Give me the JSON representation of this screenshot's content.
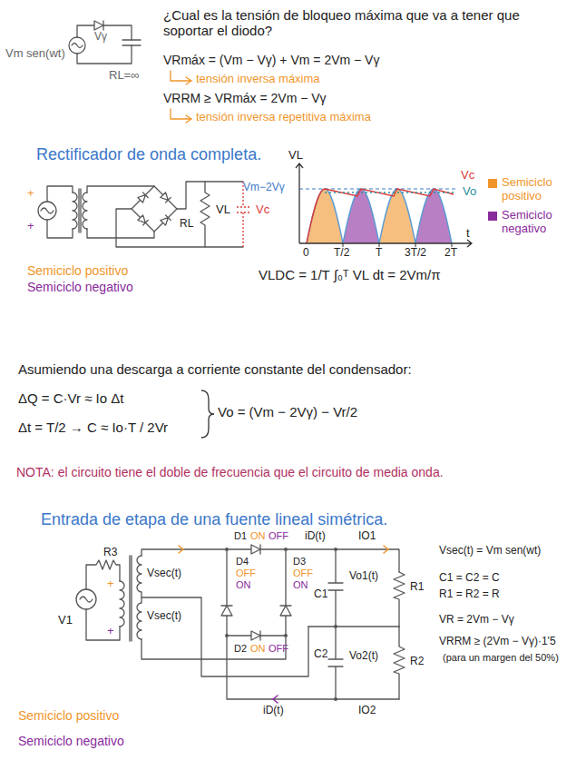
{
  "diagram": {
    "labels": [
      "¿Cual es la tensión de bloqueo máxima que va a tener que soportar el diodo?",
      "Vm sen(wt)",
      "Vγ",
      "RL=∞",
      "VRmáx = (Vm − Vγ) + Vm = 2Vm − Vγ",
      "tensión inversa máxima",
      "VRRM ≥ VRmáx = 2Vm − Vγ",
      "tensión inversa repetitiva máxima",
      "Rectificador de onda completa.",
      "VL",
      "Vm−2Vγ",
      "Vc",
      "Vo",
      "0",
      "T/2",
      "T",
      "3T/2",
      "2T",
      "t",
      "+",
      "+",
      "RL",
      "VL",
      "Vc",
      "Semiciclo positivo",
      "Semiciclo negativo",
      "VLDC = 1/T ∫₀ᵀ VL dt = 2Vm/π",
      "Asumiendo una descarga a corriente constante del condensador:",
      "ΔQ = C·Vr ≈ Io Δt",
      "Δt = T/2 → C ≈ Io·T / 2Vr",
      "Vo = (Vm − 2Vγ) − Vr/2",
      "NOTA: el circuito tiene el doble de frecuencia que el circuito de media onda.",
      "Entrada de etapa de una fuente lineal simétrica.",
      "R3",
      "V1",
      "Vsec(t)",
      "Vsec(t)",
      "+",
      "+",
      "D1",
      "ON",
      "OFF",
      "D4",
      "OFF",
      "ON",
      "D3",
      "OFF",
      "ON",
      "D2",
      "ON",
      "OFF",
      "iD(t)",
      "IO1",
      "C1",
      "Vo1(t)",
      "R1",
      "C2",
      "Vo2(t)",
      "R2",
      "iD(t)",
      "IO2",
      "Vsec(t) = Vm sen(wt)",
      "C1 = C2 = C",
      "R1 = R2 = R",
      "VR = 2Vm − Vγ",
      "VRRM ≥ (2Vm − Vγ)·1'5",
      "(para un margen del 50%)",
      "Semiciclo positivo",
      "Semiciclo negativo"
    ],
    "legend": [
      {
        "text": "Semiciclo positivo",
        "color": "#f0952a"
      },
      {
        "text": "Semiciclo negativo",
        "color": "#8a2a9c"
      }
    ]
  }
}
